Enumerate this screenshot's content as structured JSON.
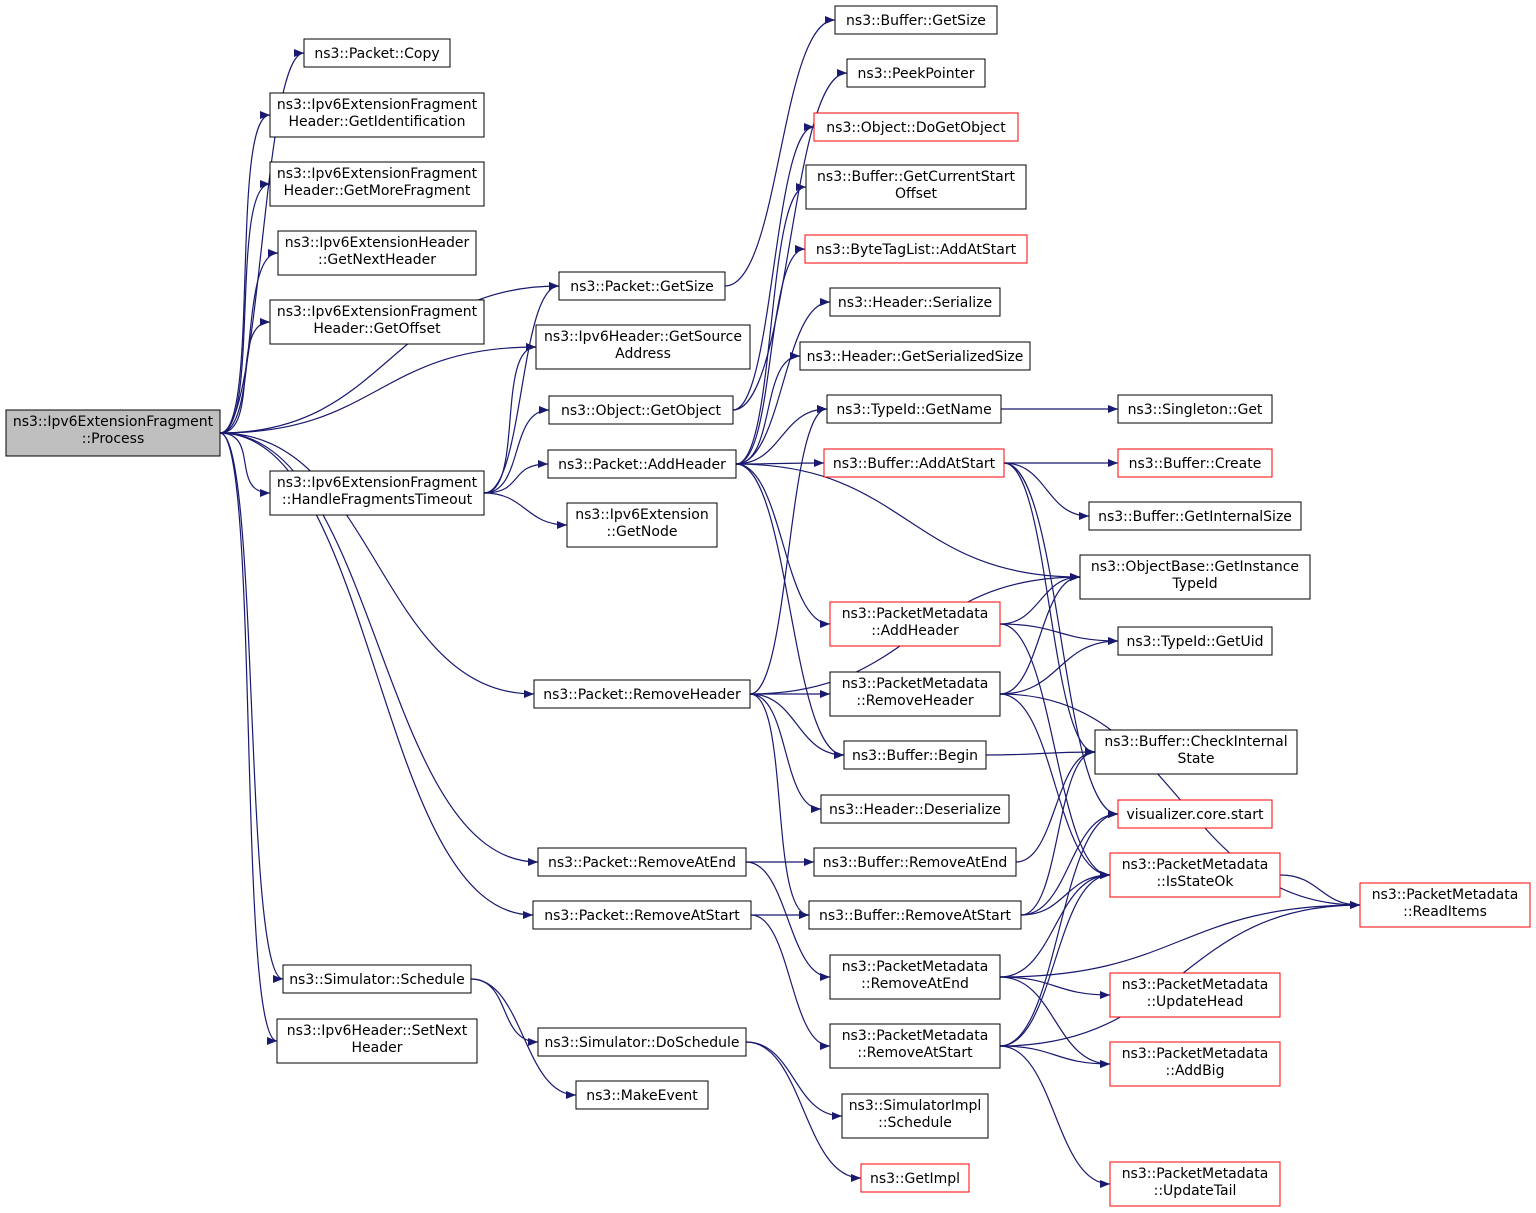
{
  "colors": {
    "edge": "#191970",
    "node_border": "#000000",
    "node_border_truncated": "#ff0000",
    "root_fill": "#bfbfbf",
    "node_fill": "#ffffff"
  },
  "nodes": [
    {
      "id": "process",
      "lines": [
        "ns3::Ipv6ExtensionFragment",
        "::Process"
      ],
      "root": true
    },
    {
      "id": "copy",
      "lines": [
        "ns3::Packet::Copy"
      ]
    },
    {
      "id": "getident",
      "lines": [
        "ns3::Ipv6ExtensionFragment",
        "Header::GetIdentification"
      ]
    },
    {
      "id": "getmore",
      "lines": [
        "ns3::Ipv6ExtensionFragment",
        "Header::GetMoreFragment"
      ]
    },
    {
      "id": "getnexthdr",
      "lines": [
        "ns3::Ipv6ExtensionHeader",
        "::GetNextHeader"
      ]
    },
    {
      "id": "getoffset",
      "lines": [
        "ns3::Ipv6ExtensionFragment",
        "Header::GetOffset"
      ]
    },
    {
      "id": "handletimeout",
      "lines": [
        "ns3::Ipv6ExtensionFragment",
        "::HandleFragmentsTimeout"
      ]
    },
    {
      "id": "schedule",
      "lines": [
        "ns3::Simulator::Schedule"
      ]
    },
    {
      "id": "setnext",
      "lines": [
        "ns3::Ipv6Header::SetNext",
        "Header"
      ]
    },
    {
      "id": "pkt_getsize",
      "lines": [
        "ns3::Packet::GetSize"
      ]
    },
    {
      "id": "getsource",
      "lines": [
        "ns3::Ipv6Header::GetSource",
        "Address"
      ]
    },
    {
      "id": "getobject",
      "lines": [
        "ns3::Object::GetObject"
      ]
    },
    {
      "id": "addheader",
      "lines": [
        "ns3::Packet::AddHeader"
      ]
    },
    {
      "id": "getnode",
      "lines": [
        "ns3::Ipv6Extension",
        "::GetNode"
      ]
    },
    {
      "id": "removeheader",
      "lines": [
        "ns3::Packet::RemoveHeader"
      ]
    },
    {
      "id": "removeatend",
      "lines": [
        "ns3::Packet::RemoveAtEnd"
      ]
    },
    {
      "id": "removeatstart",
      "lines": [
        "ns3::Packet::RemoveAtStart"
      ]
    },
    {
      "id": "doschedule",
      "lines": [
        "ns3::Simulator::DoSchedule"
      ]
    },
    {
      "id": "makeevent",
      "lines": [
        "ns3::MakeEvent"
      ]
    },
    {
      "id": "buf_getsize",
      "lines": [
        "ns3::Buffer::GetSize"
      ]
    },
    {
      "id": "peekpointer",
      "lines": [
        "ns3::PeekPointer"
      ]
    },
    {
      "id": "dogetobject",
      "lines": [
        "ns3::Object::DoGetObject"
      ],
      "truncated": true
    },
    {
      "id": "getcurstart",
      "lines": [
        "ns3::Buffer::GetCurrentStart",
        "Offset"
      ]
    },
    {
      "id": "btl_addatstart",
      "lines": [
        "ns3::ByteTagList::AddAtStart"
      ],
      "truncated": true
    },
    {
      "id": "hdr_serialize",
      "lines": [
        "ns3::Header::Serialize"
      ]
    },
    {
      "id": "hdr_getsersize",
      "lines": [
        "ns3::Header::GetSerializedSize"
      ]
    },
    {
      "id": "typeid_getname",
      "lines": [
        "ns3::TypeId::GetName"
      ]
    },
    {
      "id": "buf_addatstart",
      "lines": [
        "ns3::Buffer::AddAtStart"
      ],
      "truncated": true
    },
    {
      "id": "pm_addheader",
      "lines": [
        "ns3::PacketMetadata",
        "::AddHeader"
      ],
      "truncated": true
    },
    {
      "id": "pm_removeheader",
      "lines": [
        "ns3::PacketMetadata",
        "::RemoveHeader"
      ]
    },
    {
      "id": "buf_begin",
      "lines": [
        "ns3::Buffer::Begin"
      ]
    },
    {
      "id": "hdr_deserialize",
      "lines": [
        "ns3::Header::Deserialize"
      ]
    },
    {
      "id": "buf_removeatend",
      "lines": [
        "ns3::Buffer::RemoveAtEnd"
      ]
    },
    {
      "id": "buf_removeatstart",
      "lines": [
        "ns3::Buffer::RemoveAtStart"
      ]
    },
    {
      "id": "pm_removeatend",
      "lines": [
        "ns3::PacketMetadata",
        "::RemoveAtEnd"
      ]
    },
    {
      "id": "pm_removeatstart",
      "lines": [
        "ns3::PacketMetadata",
        "::RemoveAtStart"
      ]
    },
    {
      "id": "simimpl_schedule",
      "lines": [
        "ns3::SimulatorImpl",
        "::Schedule"
      ]
    },
    {
      "id": "getimpl",
      "lines": [
        "ns3::GetImpl"
      ],
      "truncated": true
    },
    {
      "id": "singleton_get",
      "lines": [
        "ns3::Singleton::Get"
      ]
    },
    {
      "id": "buf_create",
      "lines": [
        "ns3::Buffer::Create"
      ],
      "truncated": true
    },
    {
      "id": "buf_getinternalsize",
      "lines": [
        "ns3::Buffer::GetInternalSize"
      ]
    },
    {
      "id": "objbase_getinstance",
      "lines": [
        "ns3::ObjectBase::GetInstance",
        "TypeId"
      ]
    },
    {
      "id": "typeid_getuid",
      "lines": [
        "ns3::TypeId::GetUid"
      ]
    },
    {
      "id": "buf_checkinternal",
      "lines": [
        "ns3::Buffer::CheckInternal",
        "State"
      ]
    },
    {
      "id": "visualizer",
      "lines": [
        "visualizer.core.start"
      ],
      "truncated": true
    },
    {
      "id": "pm_isstateok",
      "lines": [
        "ns3::PacketMetadata",
        "::IsStateOk"
      ],
      "truncated": true
    },
    {
      "id": "pm_readitems",
      "lines": [
        "ns3::PacketMetadata",
        "::ReadItems"
      ],
      "truncated": true
    },
    {
      "id": "pm_updatehead",
      "lines": [
        "ns3::PacketMetadata",
        "::UpdateHead"
      ],
      "truncated": true
    },
    {
      "id": "pm_addbig",
      "lines": [
        "ns3::PacketMetadata",
        "::AddBig"
      ],
      "truncated": true
    },
    {
      "id": "pm_updatetail",
      "lines": [
        "ns3::PacketMetadata",
        "::UpdateTail"
      ],
      "truncated": true
    }
  ],
  "edges": [
    [
      "process",
      "copy"
    ],
    [
      "process",
      "getident"
    ],
    [
      "process",
      "getmore"
    ],
    [
      "process",
      "getnexthdr"
    ],
    [
      "process",
      "getoffset"
    ],
    [
      "process",
      "pkt_getsize"
    ],
    [
      "process",
      "getsource"
    ],
    [
      "process",
      "handletimeout"
    ],
    [
      "process",
      "removeheader"
    ],
    [
      "process",
      "removeatend"
    ],
    [
      "process",
      "removeatstart"
    ],
    [
      "process",
      "schedule"
    ],
    [
      "process",
      "setnext"
    ],
    [
      "handletimeout",
      "pkt_getsize"
    ],
    [
      "handletimeout",
      "getsource"
    ],
    [
      "handletimeout",
      "getobject"
    ],
    [
      "handletimeout",
      "addheader"
    ],
    [
      "handletimeout",
      "getnode"
    ],
    [
      "schedule",
      "doschedule"
    ],
    [
      "schedule",
      "makeevent"
    ],
    [
      "pkt_getsize",
      "buf_getsize"
    ],
    [
      "getobject",
      "peekpointer"
    ],
    [
      "getobject",
      "dogetobject"
    ],
    [
      "addheader",
      "getcurstart"
    ],
    [
      "addheader",
      "btl_addatstart"
    ],
    [
      "addheader",
      "hdr_serialize"
    ],
    [
      "addheader",
      "hdr_getsersize"
    ],
    [
      "addheader",
      "typeid_getname"
    ],
    [
      "addheader",
      "buf_addatstart"
    ],
    [
      "addheader",
      "objbase_getinstance"
    ],
    [
      "addheader",
      "pm_addheader"
    ],
    [
      "addheader",
      "buf_begin"
    ],
    [
      "removeheader",
      "pm_removeheader"
    ],
    [
      "removeheader",
      "buf_begin"
    ],
    [
      "removeheader",
      "hdr_deserialize"
    ],
    [
      "removeheader",
      "buf_removeatstart"
    ],
    [
      "removeheader",
      "objbase_getinstance"
    ],
    [
      "removeheader",
      "typeid_getname"
    ],
    [
      "removeatend",
      "buf_removeatend"
    ],
    [
      "removeatend",
      "pm_removeatend"
    ],
    [
      "removeatstart",
      "buf_removeatstart"
    ],
    [
      "removeatstart",
      "pm_removeatstart"
    ],
    [
      "doschedule",
      "simimpl_schedule"
    ],
    [
      "doschedule",
      "getimpl"
    ],
    [
      "typeid_getname",
      "singleton_get"
    ],
    [
      "buf_addatstart",
      "buf_create"
    ],
    [
      "buf_addatstart",
      "buf_getinternalsize"
    ],
    [
      "buf_addatstart",
      "buf_checkinternal"
    ],
    [
      "buf_addatstart",
      "visualizer"
    ],
    [
      "pm_addheader",
      "objbase_getinstance"
    ],
    [
      "pm_addheader",
      "typeid_getuid"
    ],
    [
      "pm_addheader",
      "pm_isstateok"
    ],
    [
      "pm_removeheader",
      "objbase_getinstance"
    ],
    [
      "pm_removeheader",
      "typeid_getuid"
    ],
    [
      "pm_removeheader",
      "pm_readitems"
    ],
    [
      "pm_removeheader",
      "pm_isstateok"
    ],
    [
      "buf_begin",
      "buf_checkinternal"
    ],
    [
      "buf_removeatend",
      "buf_checkinternal"
    ],
    [
      "buf_removeatstart",
      "buf_checkinternal"
    ],
    [
      "buf_removeatstart",
      "visualizer"
    ],
    [
      "buf_removeatstart",
      "pm_isstateok"
    ],
    [
      "pm_removeatend",
      "pm_isstateok"
    ],
    [
      "pm_removeatend",
      "pm_readitems"
    ],
    [
      "pm_removeatend",
      "pm_updatehead"
    ],
    [
      "pm_removeatend",
      "pm_addbig"
    ],
    [
      "pm_removeatstart",
      "pm_isstateok"
    ],
    [
      "pm_removeatstart",
      "visualizer"
    ],
    [
      "pm_removeatstart",
      "pm_addbig"
    ],
    [
      "pm_removeatstart",
      "pm_readitems"
    ],
    [
      "pm_removeatstart",
      "pm_updatetail"
    ],
    [
      "pm_isstateok",
      "pm_readitems"
    ]
  ]
}
